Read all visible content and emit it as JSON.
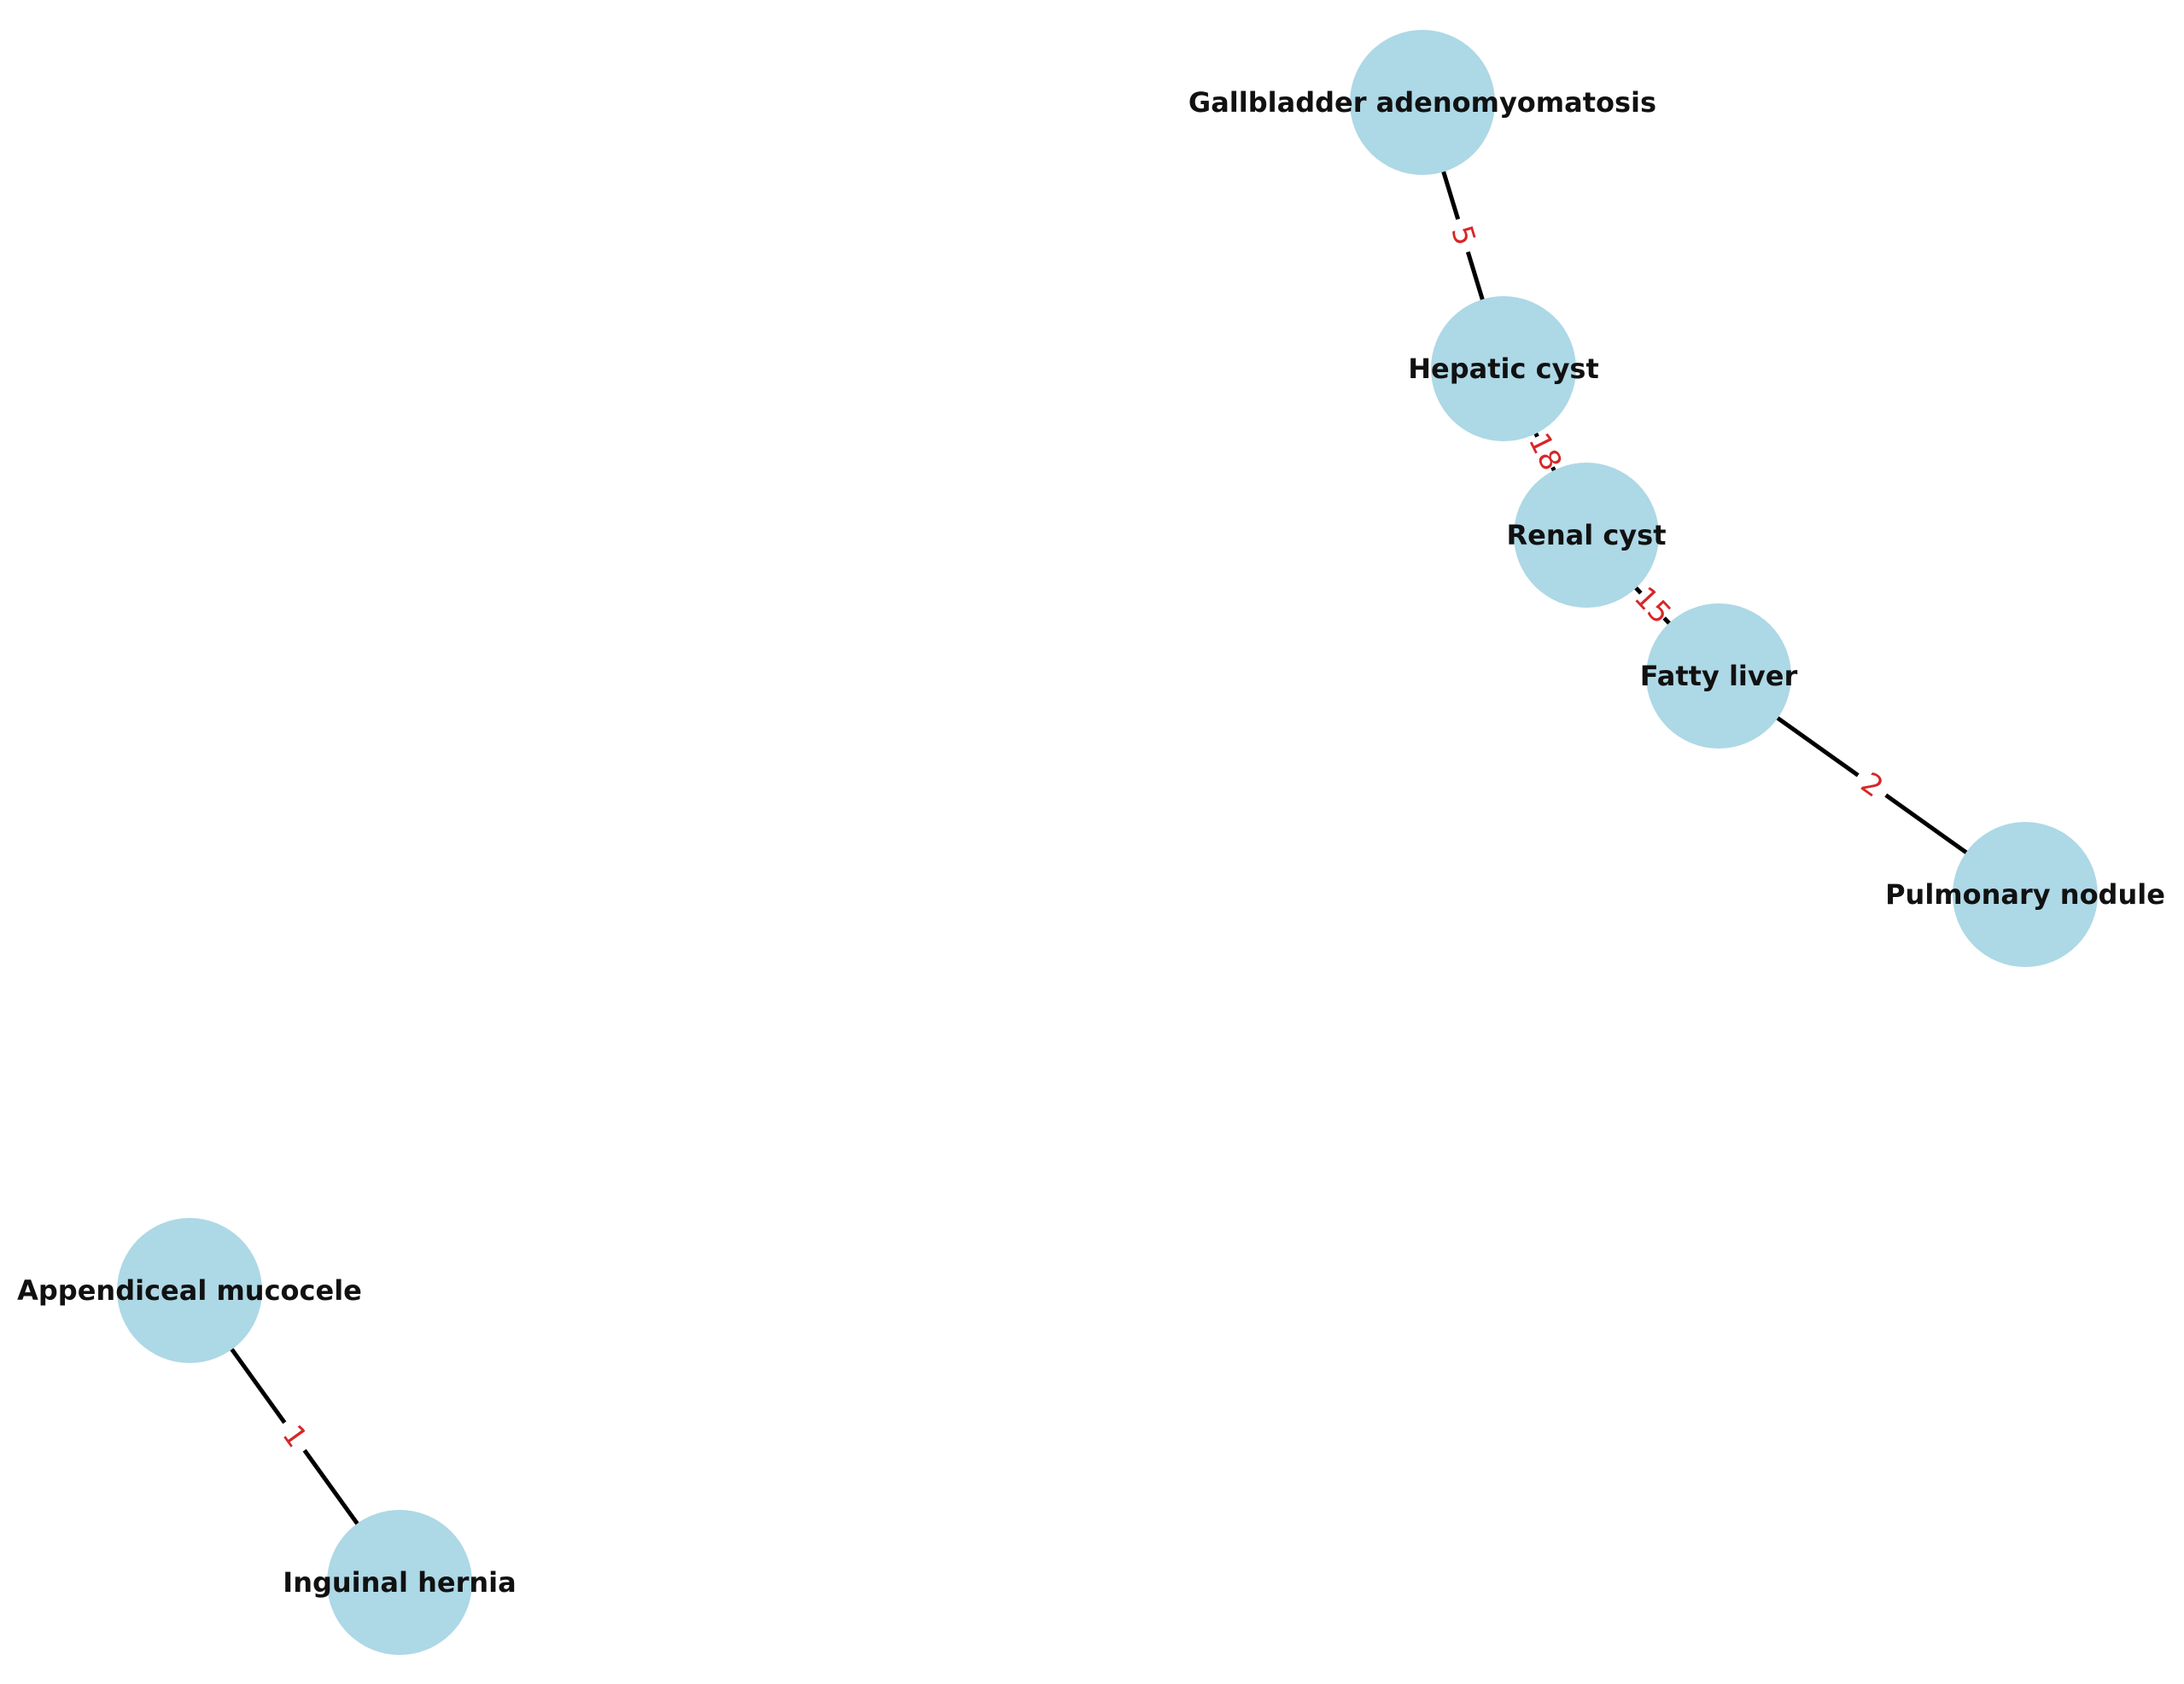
{
  "graph": {
    "colors": {
      "node_fill": "#add8e6",
      "edge": "#000000",
      "edge_label": "#d62728",
      "node_label": "#111111"
    },
    "nodes": [
      {
        "id": "gallbladder",
        "label": "Gallbladder adenomyomatosis"
      },
      {
        "id": "hepatic",
        "label": "Hepatic cyst"
      },
      {
        "id": "renal",
        "label": "Renal cyst"
      },
      {
        "id": "fatty",
        "label": "Fatty liver"
      },
      {
        "id": "pulmonary",
        "label": "Pulmonary nodule"
      },
      {
        "id": "appendiceal",
        "label": "Appendiceal mucocele"
      },
      {
        "id": "inguinal",
        "label": "Inguinal hernia"
      }
    ],
    "edges": [
      {
        "source": "gallbladder",
        "target": "hepatic",
        "weight": "5"
      },
      {
        "source": "hepatic",
        "target": "renal",
        "weight": "18"
      },
      {
        "source": "renal",
        "target": "fatty",
        "weight": "15"
      },
      {
        "source": "fatty",
        "target": "pulmonary",
        "weight": "2"
      },
      {
        "source": "appendiceal",
        "target": "inguinal",
        "weight": "1"
      }
    ]
  }
}
